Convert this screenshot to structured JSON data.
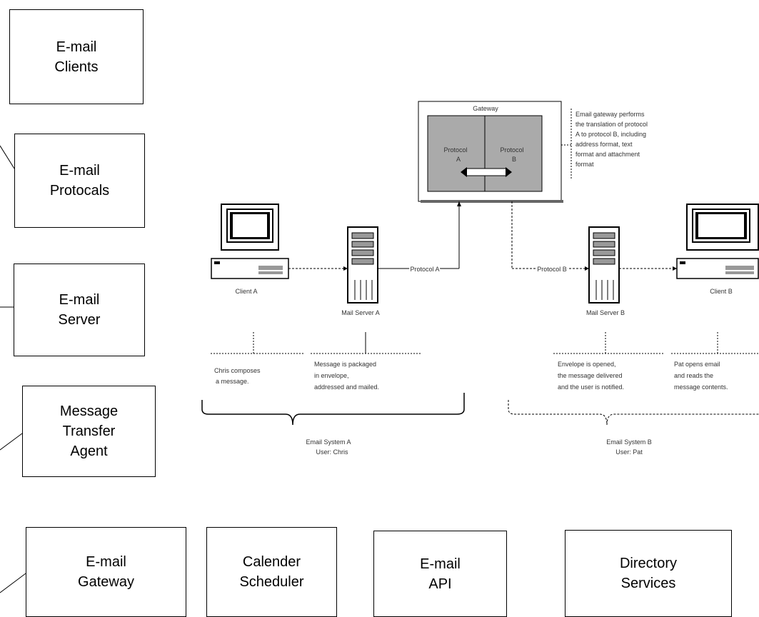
{
  "boxes": {
    "email_clients": [
      "E-mail",
      "Clients"
    ],
    "email_protocals": [
      "E-mail",
      "Protocals"
    ],
    "email_server": [
      "E-mail",
      "Server"
    ],
    "mta": [
      "Message",
      "Transfer",
      "Agent"
    ],
    "email_gateway": [
      "E-mail",
      "Gateway"
    ],
    "calender_scheduler": [
      "Calender",
      "Scheduler"
    ],
    "email_api": [
      "E-mail",
      "API"
    ],
    "directory_services": [
      "Directory",
      "Services"
    ]
  },
  "figure": {
    "gateway_title": "Gateway",
    "protocol_a_block": [
      "Protocol",
      "A"
    ],
    "protocol_b_block": [
      "Protocol",
      "B"
    ],
    "gateway_note": [
      "Email gateway performs",
      "the translation of protocol",
      "A to protocol B, including",
      "address format, text",
      "format and attachment",
      "format"
    ],
    "client_a": "Client A",
    "client_b": "Client B",
    "mail_server_a": "Mail Server A",
    "mail_server_b": "Mail Server B",
    "protocol_a_label": "Protocol A",
    "protocol_b_label": "Protocol B",
    "note_client_a": [
      "Chris composes",
      "a message."
    ],
    "note_server_a": [
      "Message is packaged",
      "in envelope,",
      "addressed and mailed."
    ],
    "note_server_b": [
      "Envelope is opened,",
      "the message delivered",
      "and the user is notified."
    ],
    "note_client_b": [
      "Pat opens email",
      "and reads the",
      "message contents."
    ],
    "system_a": [
      "Email System A",
      "User: Chris"
    ],
    "system_b": [
      "Email System B",
      "User: Pat"
    ]
  }
}
